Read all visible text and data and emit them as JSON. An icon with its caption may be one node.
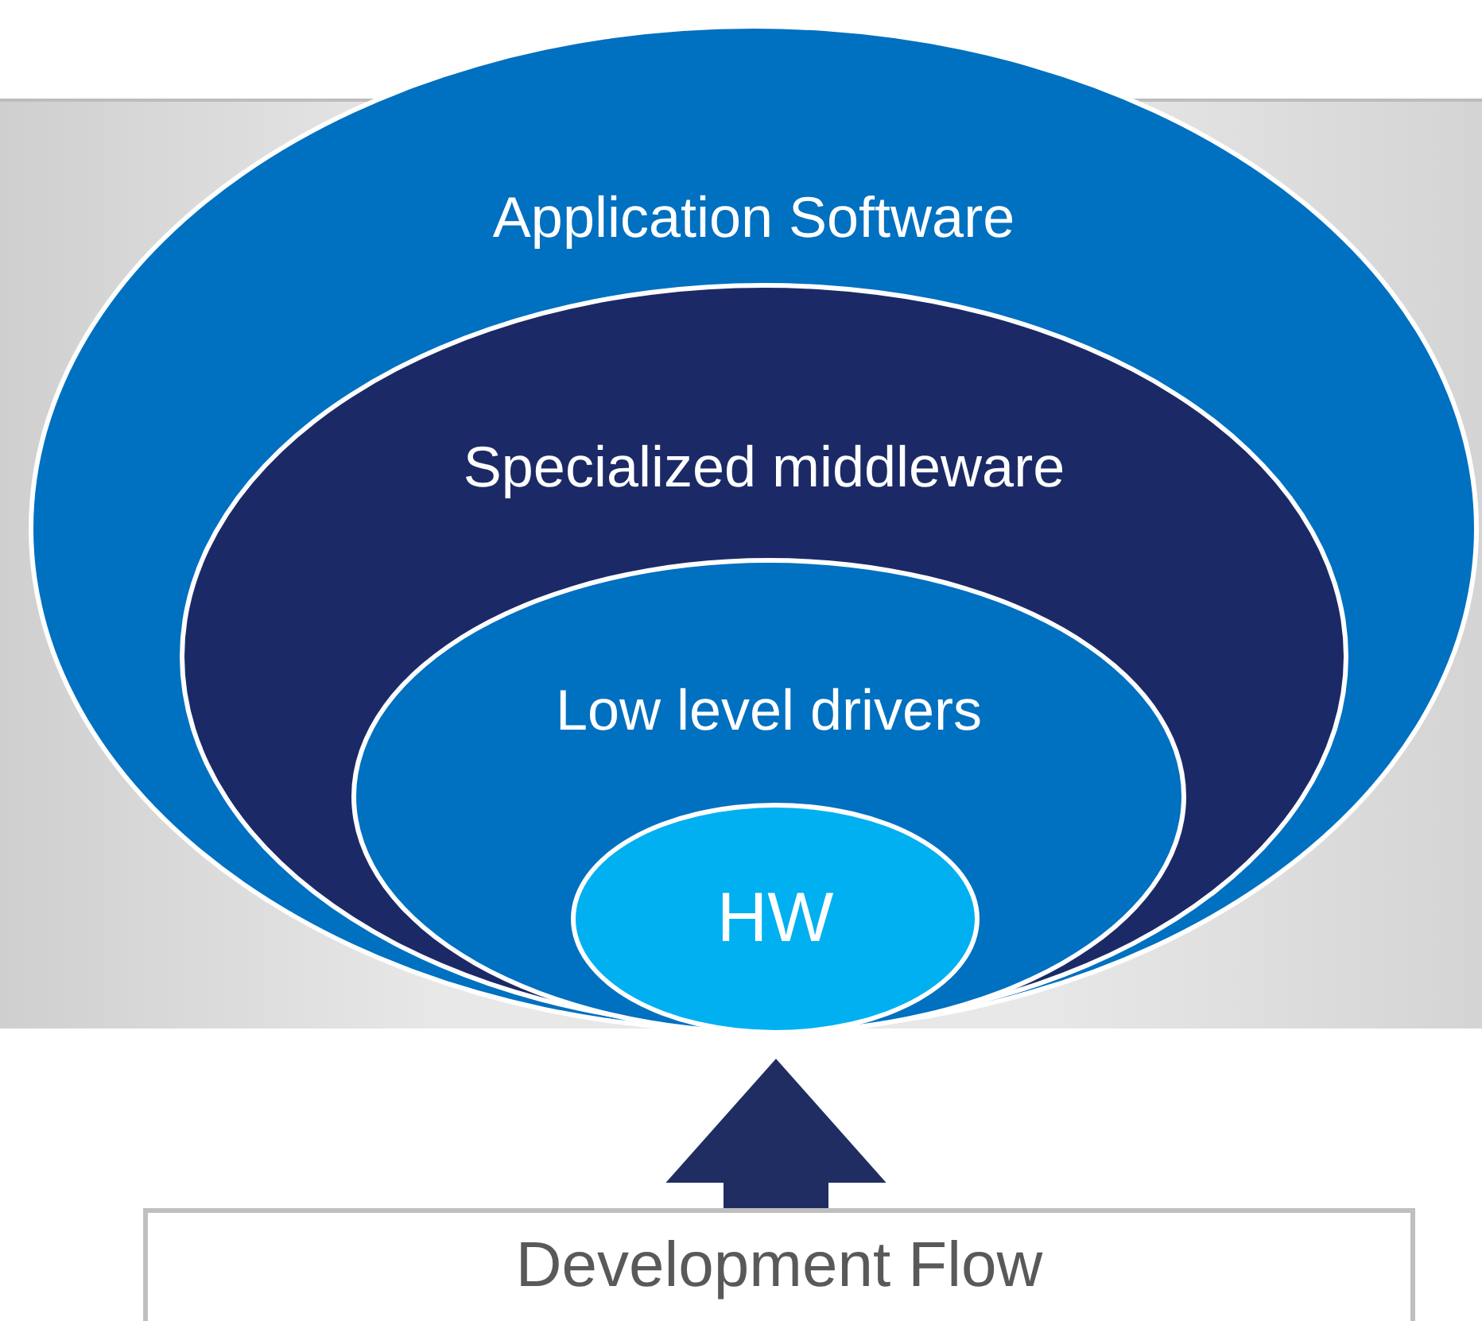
{
  "diagram": {
    "nodes": [
      {
        "text": [
          "Application Software"
        ]
      },
      {
        "text": [
          "Specialized middleware"
        ],
        "in": 0
      },
      {
        "text": [
          "Low level drivers"
        ],
        "in": 1
      },
      {
        "text": [
          "HW"
        ],
        "in": 2
      },
      {
        "text": [
          "Development Flow"
        ]
      }
    ],
    "edges": [
      {
        "from": 4,
        "to": 3,
        "arrow": "to",
        "style": "thick"
      }
    ]
  }
}
